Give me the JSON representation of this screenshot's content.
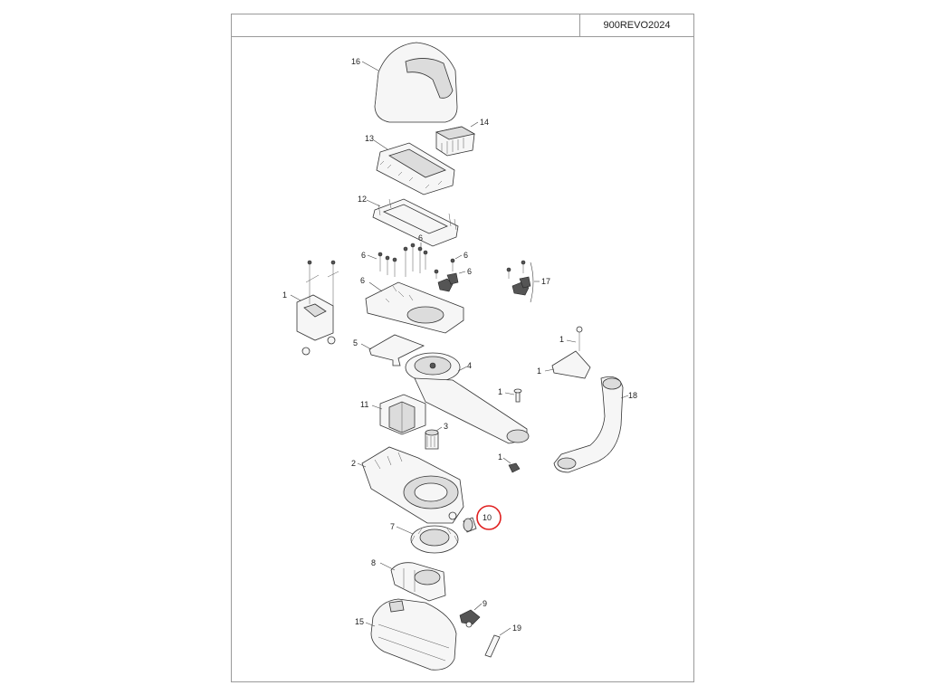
{
  "sheet": {
    "code": "900REVO2024"
  },
  "labels": {
    "p1": "1",
    "p2": "2",
    "p3": "3",
    "p4": "4",
    "p5": "5",
    "p6": "6",
    "p7": "7",
    "p8": "8",
    "p9": "9",
    "p10": "10",
    "p11": "11",
    "p12": "12",
    "p13": "13",
    "p14": "14",
    "p15": "15",
    "p16": "16",
    "p17": "17",
    "p18": "18",
    "p19": "19"
  },
  "highlight": {
    "color": "#e02020",
    "part": "10"
  }
}
